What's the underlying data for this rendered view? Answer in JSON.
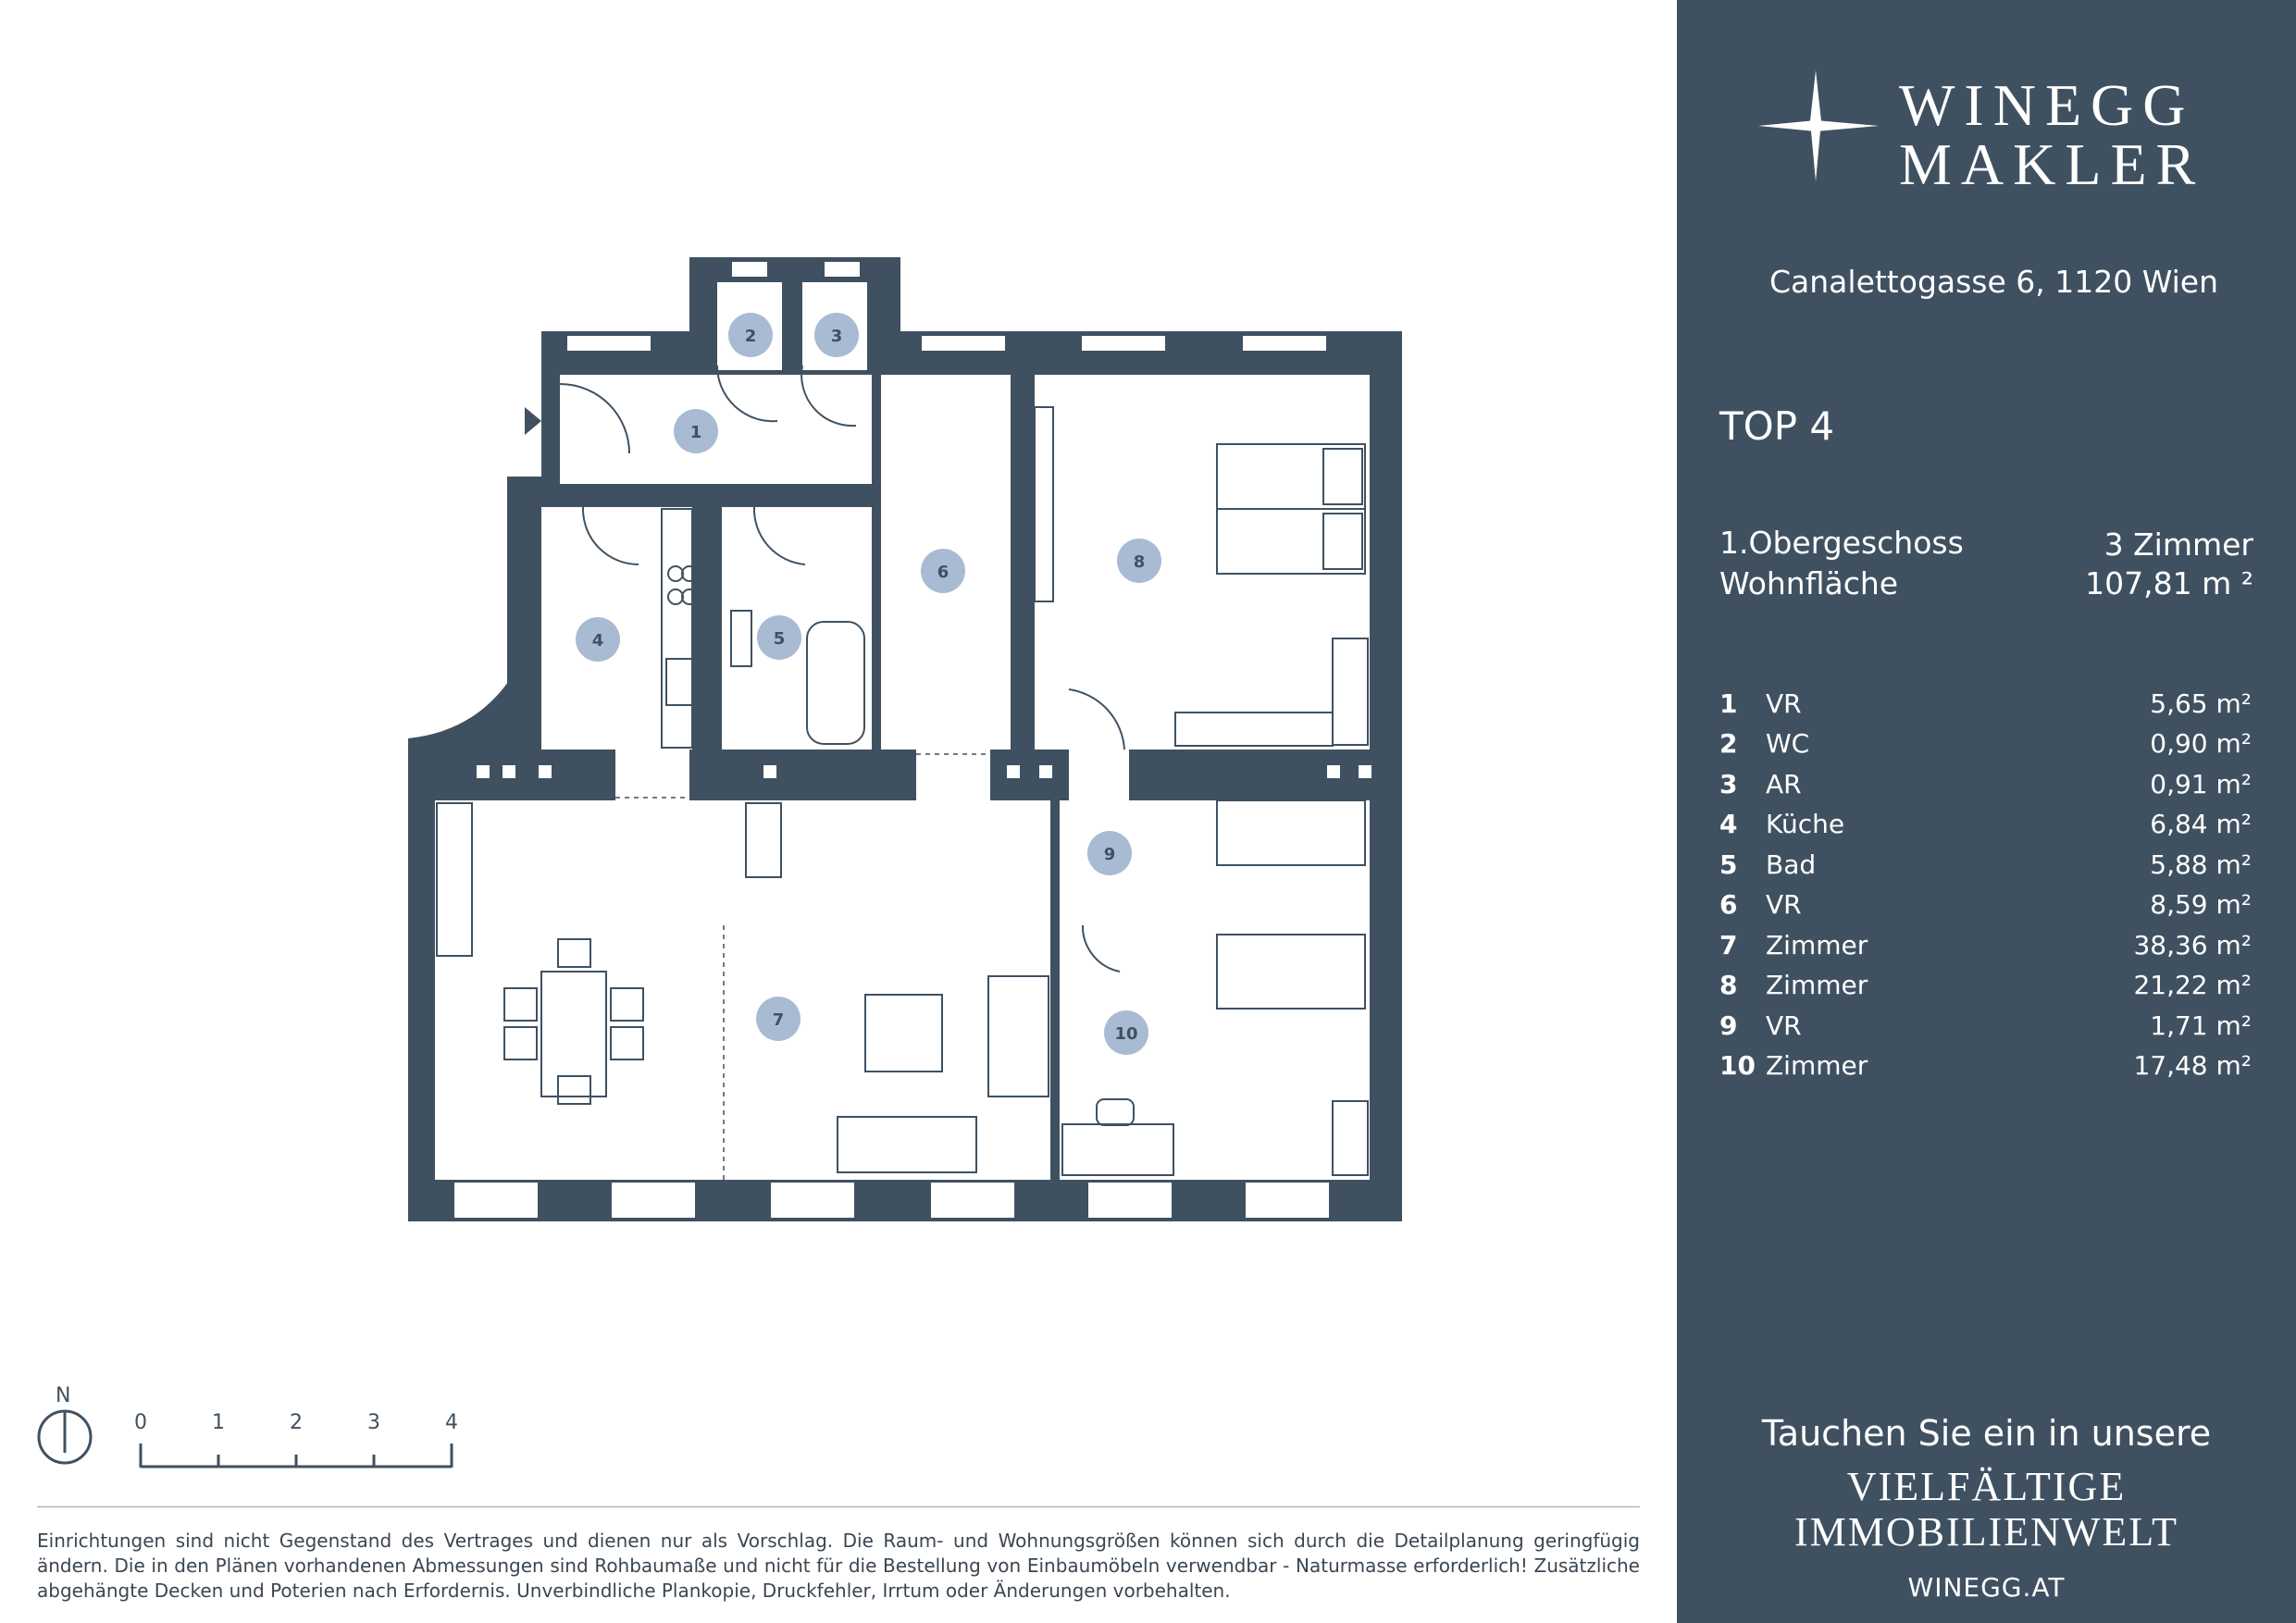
{
  "brand": {
    "line1": "WINEGG",
    "line2": "MAKLER"
  },
  "address": "Canalettogasse 6, 1120 Wien",
  "unit": "TOP 4",
  "floor": "1.Obergeschoss",
  "rooms_count": "3 Zimmer",
  "living_area_label": "Wohnfläche",
  "living_area_value": "107,81 m ²",
  "rooms": [
    {
      "num": "1",
      "name": "VR",
      "area": "5,65 m²"
    },
    {
      "num": "2",
      "name": "WC",
      "area": "0,90 m²"
    },
    {
      "num": "3",
      "name": "AR",
      "area": "0,91 m²"
    },
    {
      "num": "4",
      "name": "Küche",
      "area": "6,84 m²"
    },
    {
      "num": "5",
      "name": "Bad",
      "area": "5,88 m²"
    },
    {
      "num": "6",
      "name": "VR",
      "area": "8,59 m²"
    },
    {
      "num": "7",
      "name": "Zimmer",
      "area": "38,36 m²"
    },
    {
      "num": "8",
      "name": "Zimmer",
      "area": "21,22 m²"
    },
    {
      "num": "9",
      "name": "VR",
      "area": "1,71 m²"
    },
    {
      "num": "10",
      "name": "Zimmer",
      "area": "17,48 m²"
    }
  ],
  "tagline": {
    "line1": "Tauchen Sie ein in unsere",
    "line2": "VIELFÄLTIGE",
    "line3": "IMMOBILIENWELT"
  },
  "website": "WINEGG.AT",
  "compass_label": "N",
  "scale_ticks": [
    "0",
    "1",
    "2",
    "3",
    "4"
  ],
  "disclaimer": "Einrichtungen sind nicht Gegenstand des Vertrages und dienen nur als Vorschlag. Die Raum- und Wohnungsgrößen können sich durch die Detailplanung geringfügig ändern. Die in den Plänen vorhandenen Abmessungen sind Rohbaumaße und nicht für die Bestellung von Einbaumöbeln verwendbar - Naturmasse erforderlich! Zusätzliche abgehängte Decken und Poterien nach Erfordernis. Unverbindliche Plankopie, Druckfehler, Irrtum oder Änderungen vorbehalten.",
  "colors": {
    "wall": "#3f5161",
    "badge": "#a9bad3",
    "sidebar": "#3f5161"
  }
}
